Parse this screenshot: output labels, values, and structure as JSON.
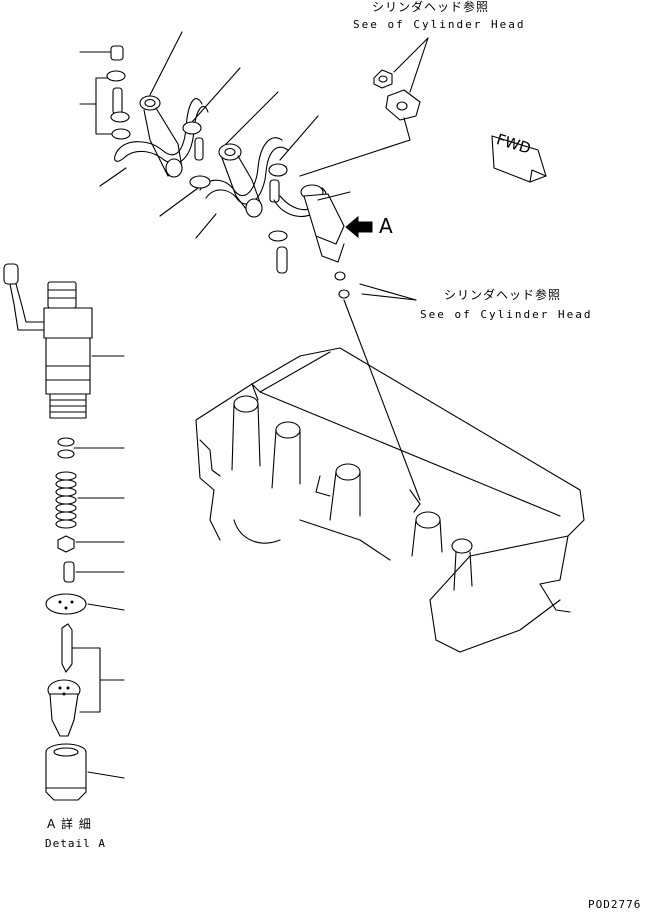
{
  "labels": {
    "top_ref_jp": "シリンダヘッド参照",
    "top_ref_en": "See of Cylinder Head",
    "mid_ref_jp": "シリンダヘッド参照",
    "mid_ref_en": "See of Cylinder Head",
    "view_letter": "A",
    "fwd_tag": "FWD",
    "detail_jp": "A 詳 細",
    "detail_en": "Detail A",
    "drawing_no": "POD2776"
  }
}
